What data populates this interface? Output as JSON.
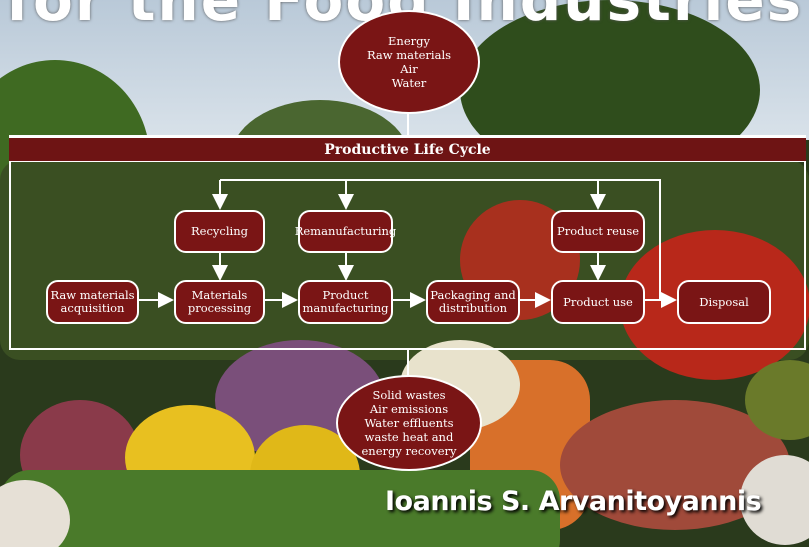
{
  "cover": {
    "title_fragment": "for the Food Industries",
    "author": "Ioannis S. Arvanitoyannis"
  },
  "inputs_oval": {
    "lines": [
      "Energy",
      "Raw materials",
      "Air",
      "Water"
    ]
  },
  "outputs_oval": {
    "lines": [
      "Solid wastes",
      "Air emissions",
      "Water effluents",
      "waste heat and",
      "energy recovery"
    ]
  },
  "banner": {
    "label": "Productive Life Cycle"
  },
  "nodes": {
    "raw_materials": {
      "lines": [
        "Raw materials",
        "acquisition"
      ]
    },
    "materials_processing": {
      "lines": [
        "Materials",
        "processing"
      ]
    },
    "product_manufacturing": {
      "lines": [
        "Product",
        "manufacturing"
      ]
    },
    "packaging": {
      "lines": [
        "Packaging and",
        "distribution"
      ]
    },
    "product_use": {
      "lines": [
        "Product use"
      ]
    },
    "disposal": {
      "lines": [
        "Disposal"
      ]
    },
    "recycling": {
      "lines": [
        "Recycling"
      ]
    },
    "remanufacturing": {
      "lines": [
        "Remanufacturing"
      ]
    },
    "product_reuse": {
      "lines": [
        "Product reuse"
      ]
    }
  },
  "colors": {
    "node_fill": "#7a1515",
    "banner_fill": "#6e1414",
    "line": "#ffffff"
  }
}
